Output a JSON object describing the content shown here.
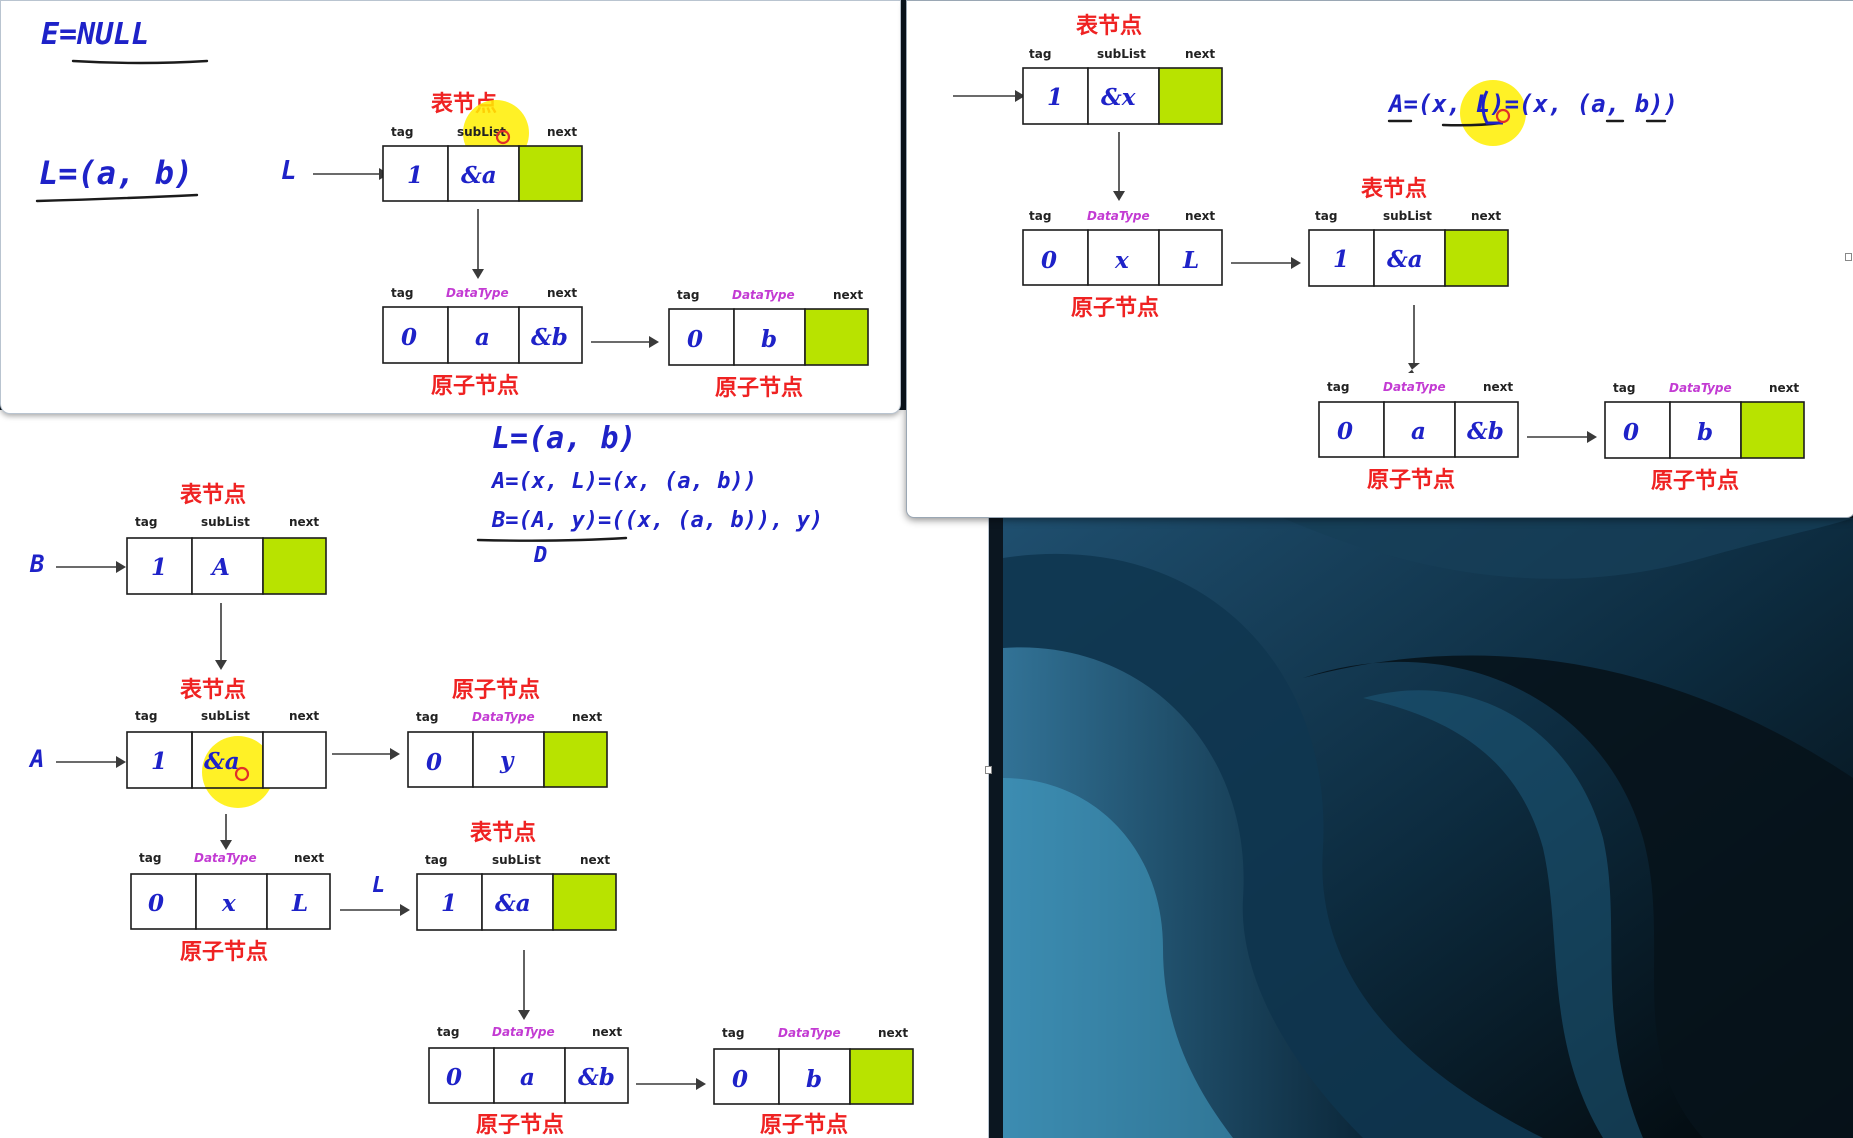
{
  "headers": {
    "tag": "tag",
    "subList": "subList",
    "datatype": "DataType",
    "next": "next"
  },
  "labels": {
    "table_node": "表节点",
    "atom_node": "原子节点"
  },
  "panel1": {
    "formula_e": "E=NULL",
    "formula_l": "L=(a, b)",
    "pointer_l": "L",
    "list_node": {
      "tag": "1",
      "sublist": "&a"
    },
    "atom_a": {
      "tag": "0",
      "data": "a",
      "next": "&b"
    },
    "atom_b": {
      "tag": "0",
      "data": "b"
    }
  },
  "panel2": {
    "formula_a": "A=(x, L)=(x, (a, b))",
    "list_node_a": {
      "tag": "1",
      "sublist": "&x"
    },
    "atom_x": {
      "tag": "0",
      "data": "x",
      "next": "L"
    },
    "list_node_l": {
      "tag": "1",
      "sublist": "&a"
    },
    "atom_a": {
      "tag": "0",
      "data": "a",
      "next": "&b"
    },
    "atom_b": {
      "tag": "0",
      "data": "b"
    }
  },
  "panel3": {
    "formula_l": "L=(a, b)",
    "formula_a": "A=(x, L)=(x, (a, b))",
    "formula_b": "B=(A, y)=((x, (a, b)), y)",
    "handwritten_d": "D",
    "pointer_b": "B",
    "pointer_a": "A",
    "pointer_l": "L",
    "list_node_b": {
      "tag": "1",
      "sublist": "A"
    },
    "list_node_a": {
      "tag": "1",
      "sublist": "&a"
    },
    "atom_y": {
      "tag": "0",
      "data": "y"
    },
    "atom_x": {
      "tag": "0",
      "data": "x",
      "next": "L"
    },
    "list_node_l": {
      "tag": "1",
      "sublist": "&a"
    },
    "atom_a": {
      "tag": "0",
      "data": "a",
      "next": "&b"
    },
    "atom_b": {
      "tag": "0",
      "data": "b"
    }
  },
  "colors": {
    "accent_green": "#b8e300",
    "label_red": "#ef2222",
    "ink_blue": "#1e22c8",
    "header_magenta": "#c33bd3",
    "highlight_yellow": "#ffef00"
  }
}
